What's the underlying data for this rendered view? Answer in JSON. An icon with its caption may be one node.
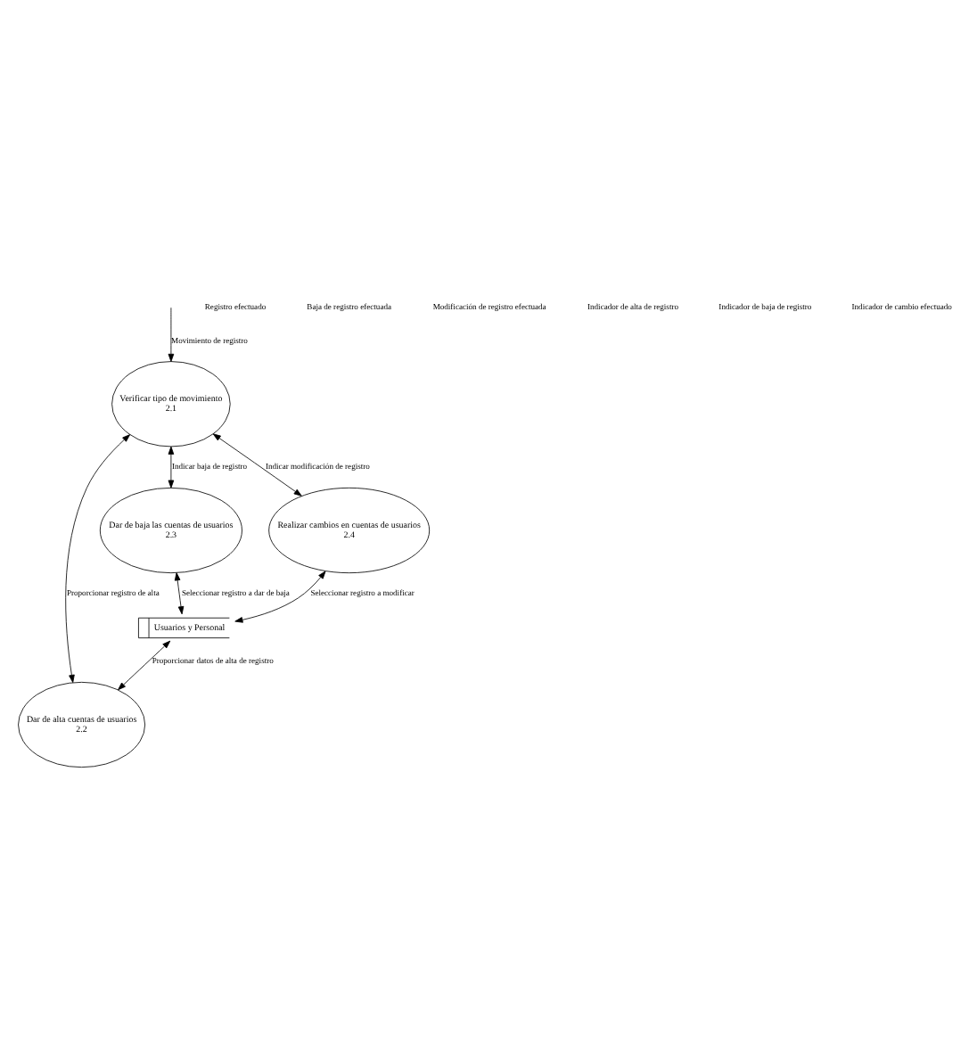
{
  "diagram": {
    "nodes": [
      {
        "text": [
          "Verificar tipo de movimiento",
          "2.1"
        ]
      },
      {
        "text": [
          "Dar de alta cuentas de usuarios",
          "2.2"
        ]
      },
      {
        "text": [
          "Dar de baja las cuentas de usuarios",
          "2.3"
        ]
      },
      {
        "text": [
          "Realizar cambios en cuentas de usuarios",
          "2.4"
        ]
      },
      {
        "text": [
          "Usuarios y Personal"
        ]
      }
    ],
    "edges": [
      {
        "from": null,
        "to": 0,
        "arrow": "to",
        "label": "Movimiento de registro"
      },
      {
        "from": 0,
        "to": 1,
        "arrow": "both",
        "label": "Proporcionar registro de alta"
      },
      {
        "from": 0,
        "to": 2,
        "arrow": "both",
        "label": "Indicar baja de registro"
      },
      {
        "from": 0,
        "to": 3,
        "arrow": "both",
        "label": "Indicar modificación de registro"
      },
      {
        "from": 4,
        "to": 1,
        "arrow": "both",
        "label": "Proporcionar datos de alta de registro"
      },
      {
        "from": 2,
        "to": 4,
        "arrow": "both",
        "label": "Seleccionar registro a dar de baja"
      },
      {
        "from": 3,
        "to": 4,
        "arrow": "both",
        "label": "Seleccionar registro a modificar"
      }
    ],
    "labels": [
      "Registro efectuado",
      "Baja de registro efectuada",
      "Modificación de registro efectuada",
      "Indicador de alta de registro",
      "Indicador de baja de registro",
      "Indicador de cambio efectuado"
    ]
  }
}
